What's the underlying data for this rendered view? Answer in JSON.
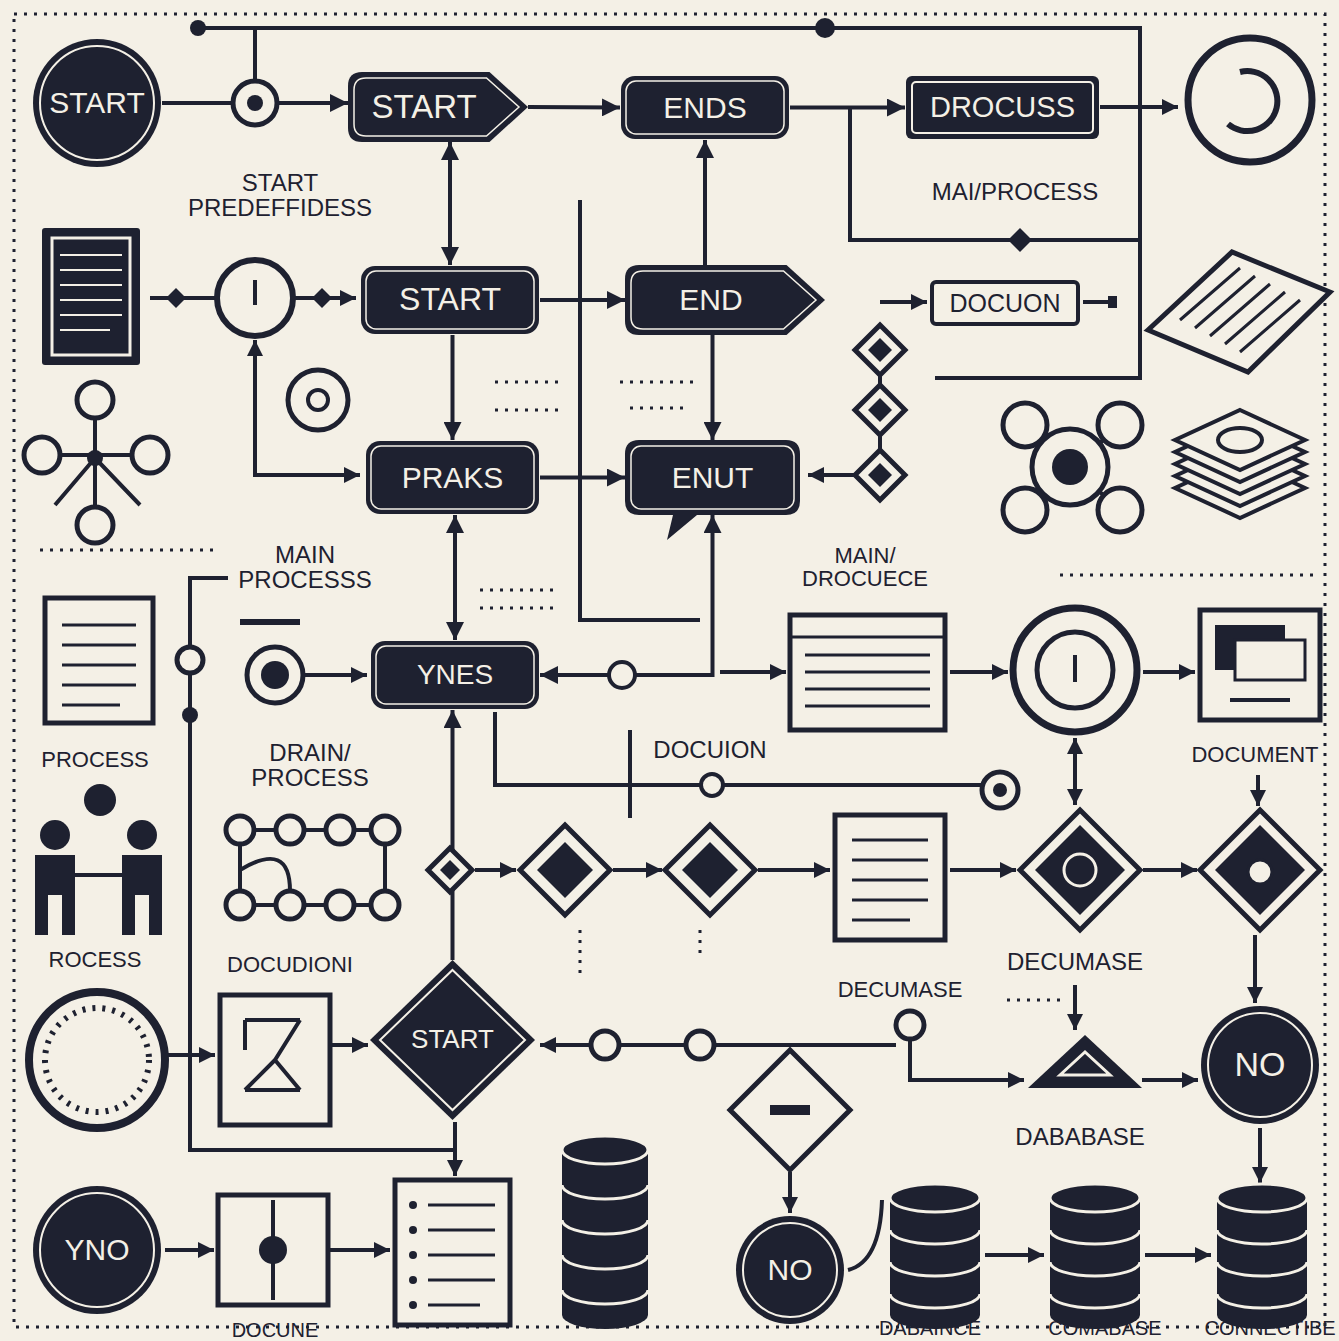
{
  "diagram": {
    "nodes": [
      {
        "text": [
          "START"
        ]
      },
      {
        "text": [
          "START"
        ]
      },
      {
        "text": [
          "ENDS"
        ]
      },
      {
        "text": [
          "DROCUSS"
        ]
      },
      {
        "text": [
          "START"
        ]
      },
      {
        "text": [
          "END"
        ]
      },
      {
        "text": [
          "DOCUON"
        ]
      },
      {
        "text": [
          "PRAKS"
        ]
      },
      {
        "text": [
          "ENUT"
        ]
      },
      {
        "text": [
          "YNES"
        ]
      },
      {
        "text": [
          "START"
        ]
      },
      {
        "text": [
          "NO"
        ]
      },
      {
        "text": [
          "YNO"
        ]
      },
      {
        "text": [
          "NO"
        ]
      }
    ],
    "edges": [
      {
        "from": 0,
        "to": 1,
        "arrow": "to"
      },
      {
        "from": 1,
        "to": 2,
        "arrow": "to"
      },
      {
        "from": 2,
        "to": 3,
        "arrow": "to"
      },
      {
        "from": 1,
        "to": 4,
        "arrow": "both"
      },
      {
        "from": 4,
        "to": 5,
        "arrow": "to"
      },
      {
        "from": 5,
        "to": 2,
        "arrow": "to"
      },
      {
        "from": 4,
        "to": 7,
        "arrow": "to"
      },
      {
        "from": 5,
        "to": 8,
        "arrow": "to"
      },
      {
        "from": 7,
        "to": 8,
        "arrow": "to"
      },
      {
        "from": 7,
        "to": 9,
        "arrow": "both"
      },
      {
        "from": 8,
        "to": 9,
        "arrow": "both"
      },
      {
        "from": 10,
        "to": 9,
        "arrow": "to"
      }
    ],
    "labels": [
      "START PREDEFFIDESS",
      "MAI/PROCESS",
      "MAIN PROCESSS",
      "MAIN/ DROCUECE",
      "PROCESS",
      "DRAIN/ PROCESS",
      "DOCUION",
      "DOCUMENT",
      "ROCESS",
      "DOCUDIONI",
      "DECUMASE",
      "DECUMASE",
      "DABABASE",
      "DOCUNE",
      "DABAINCE",
      "COMABASE",
      "CONNECTIBE"
    ]
  }
}
